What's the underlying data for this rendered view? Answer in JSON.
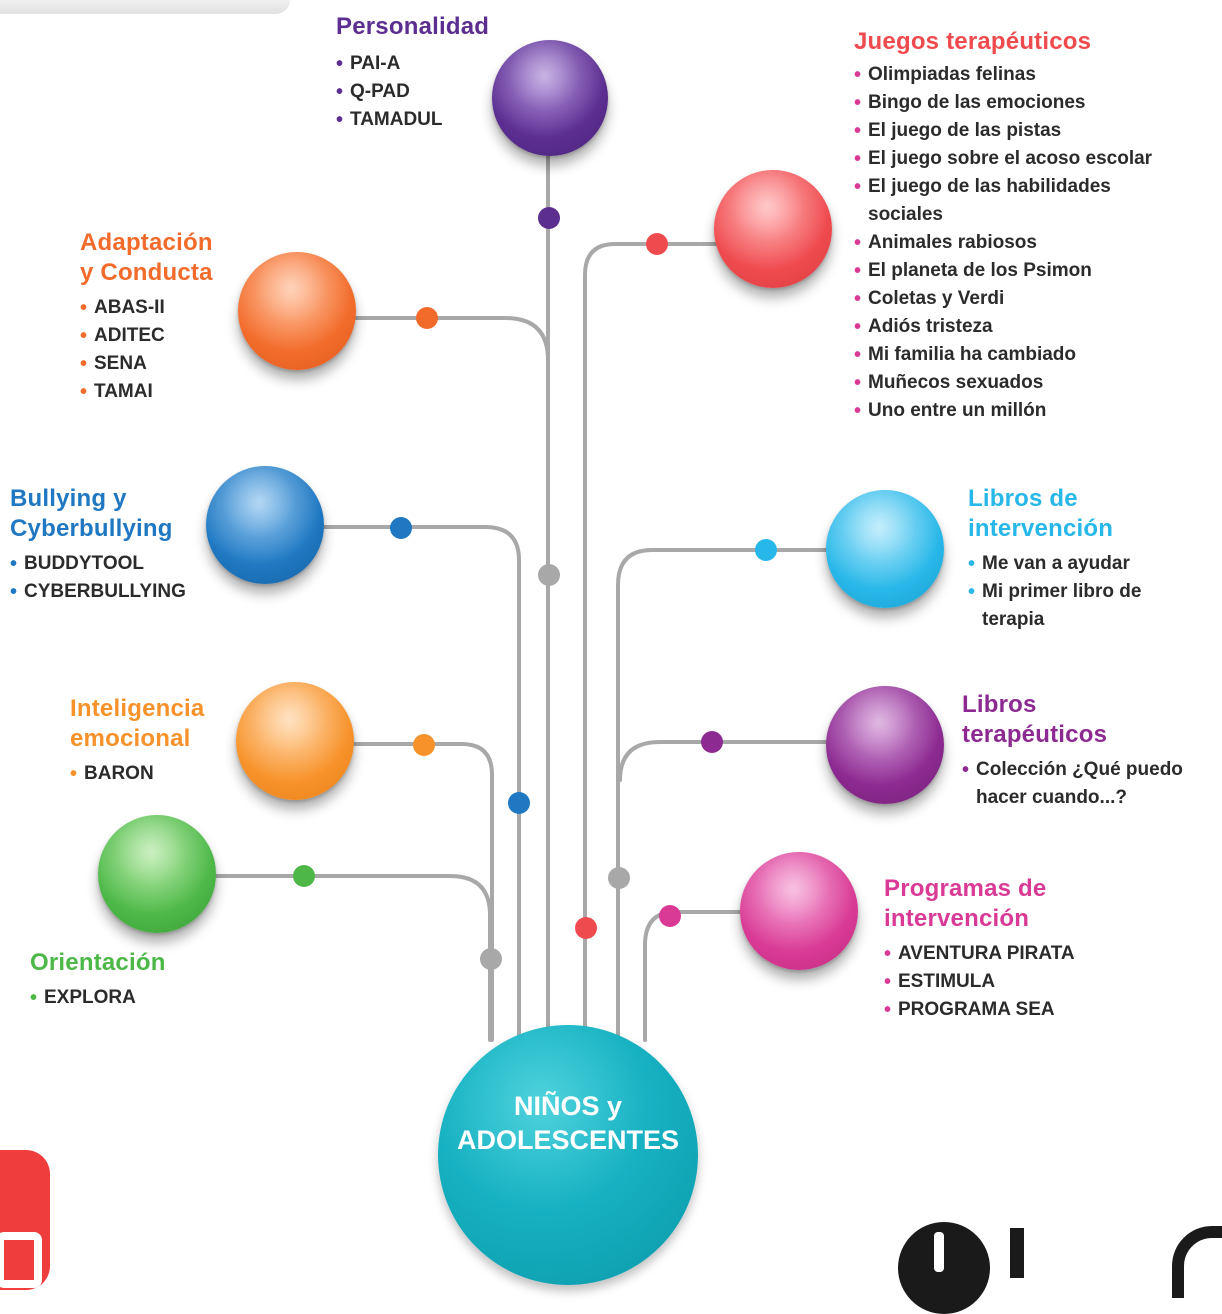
{
  "colors": {
    "purple": "#5b2e90",
    "red": "#ef4b4f",
    "orange_dark": "#f26b2a",
    "blue": "#1f78c1",
    "light_blue": "#27b7e8",
    "orange": "#f7922a",
    "violet": "#8c2a91",
    "green": "#4db848",
    "pink": "#d93a95",
    "teal": "#16b1c2",
    "connector_gray": "#a8a8a8"
  },
  "center": {
    "line1": "NIÑOS y",
    "line2": "ADOLESCENTES"
  },
  "groups": {
    "personalidad": {
      "title": [
        "Personalidad"
      ],
      "items": [
        [
          "PAI-A"
        ],
        [
          "Q-PAD"
        ],
        [
          "TAMADUL"
        ]
      ]
    },
    "juegos": {
      "title": [
        "Juegos terapéuticos"
      ],
      "items": [
        [
          "Olimpiadas felinas"
        ],
        [
          "Bingo de las emociones"
        ],
        [
          "El juego de las pistas"
        ],
        [
          "El juego sobre el acoso escolar"
        ],
        [
          "El juego de las habilidades",
          "sociales"
        ],
        [
          "Animales rabiosos"
        ],
        [
          "El planeta de los Psimon"
        ],
        [
          "Coletas y Verdi"
        ],
        [
          "Adiós tristeza"
        ],
        [
          "Mi familia ha cambiado"
        ],
        [
          "Muñecos sexuados"
        ],
        [
          "Uno entre un millón"
        ]
      ]
    },
    "adaptacion": {
      "title": [
        "Adaptación",
        "y Conducta"
      ],
      "items": [
        [
          "ABAS-II"
        ],
        [
          "ADITEC"
        ],
        [
          "SENA"
        ],
        [
          "TAMAI"
        ]
      ]
    },
    "bullying": {
      "title": [
        "Bullying y",
        "Cyberbullying"
      ],
      "items": [
        [
          "BUDDYTOOL"
        ],
        [
          "CYBERBULLYING"
        ]
      ]
    },
    "libros_intervencion": {
      "title": [
        "Libros de",
        "intervención"
      ],
      "items": [
        [
          "Me van a ayudar"
        ],
        [
          "Mi primer libro de",
          "terapia"
        ]
      ]
    },
    "inteligencia": {
      "title": [
        "Inteligencia",
        "emocional"
      ],
      "items": [
        [
          "BARON"
        ]
      ]
    },
    "libros_terapeuticos": {
      "title": [
        "Libros",
        "terapéuticos"
      ],
      "items": [
        [
          "Colección ¿Qué puedo",
          "hacer cuando...?"
        ]
      ]
    },
    "orientacion": {
      "title": [
        "Orientación"
      ],
      "items": [
        [
          "EXPLORA"
        ]
      ]
    },
    "programas": {
      "title": [
        "Programas de",
        "intervención"
      ],
      "items": [
        [
          "AVENTURA PIRATA"
        ],
        [
          "ESTIMULA"
        ],
        [
          "PROGRAMA SEA"
        ]
      ]
    }
  }
}
